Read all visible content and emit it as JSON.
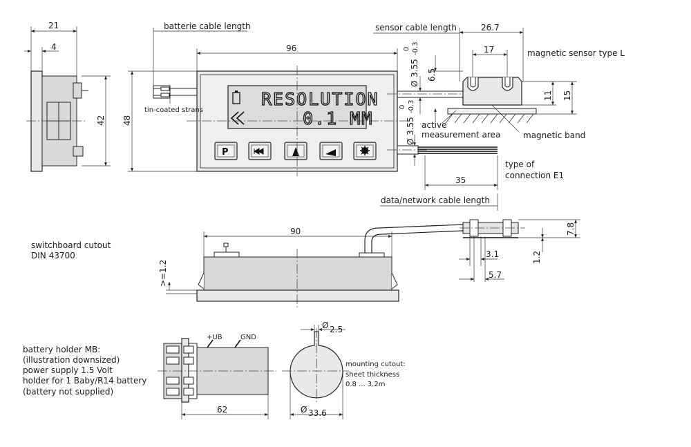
{
  "labels": {
    "battery_cable": "batterie cable length",
    "tin_coated": "tin-coated strans",
    "sensor_cable": "sensor cable length",
    "magnetic_sensor": "magnetic sensor type  L",
    "active_area_1": "active",
    "active_area_2": "measurement area",
    "magnetic_band": "magnetic band",
    "connection_1": "type of",
    "connection_2": "connection  E1",
    "data_cable": "data/network cable length",
    "switchboard_1": "switchboard cutout",
    "switchboard_2": "DIN 43700",
    "battery_holder_title": "battery holder MB:",
    "battery_holder_1": "(illustration downsized)",
    "battery_holder_2": "power supply 1.5 Volt",
    "battery_holder_3": "holder for 1 Baby/R14 battery",
    "battery_holder_4": "(battery not supplied)",
    "plus_ub": "+UB",
    "gnd": "GND",
    "mounting_1": "mounting cutout:",
    "mounting_2": "sheet thickness",
    "mounting_3": "0.8 ... 3.2m"
  },
  "display": {
    "line1": "RESOLUTION",
    "line2": "0.1 MM"
  },
  "dimensions": {
    "d21": "21",
    "d4": "4",
    "d42": "42",
    "d48": "48",
    "d96": "96",
    "d26_7": "26.7",
    "d17": "17",
    "d6_5": "6.5",
    "d11": "11",
    "d15": "15",
    "d3_55_top": "3.55",
    "tol_top_upper": "0",
    "tol_top_lower": "-0.3",
    "d3_55_bot": "3.55",
    "tol_bot_upper": "0",
    "tol_bot_lower": "-0.3",
    "d35": "35",
    "d90": "90",
    "d7_8": "7.8",
    "d1_2_right": "1.2",
    "d3_1": "3.1",
    "d5_7": "5.7",
    "d1_2_left": ">=1.2",
    "d2_5": "2.5",
    "d62": "62",
    "d33_6": "33.6",
    "diameter_symbol": "Ø"
  }
}
